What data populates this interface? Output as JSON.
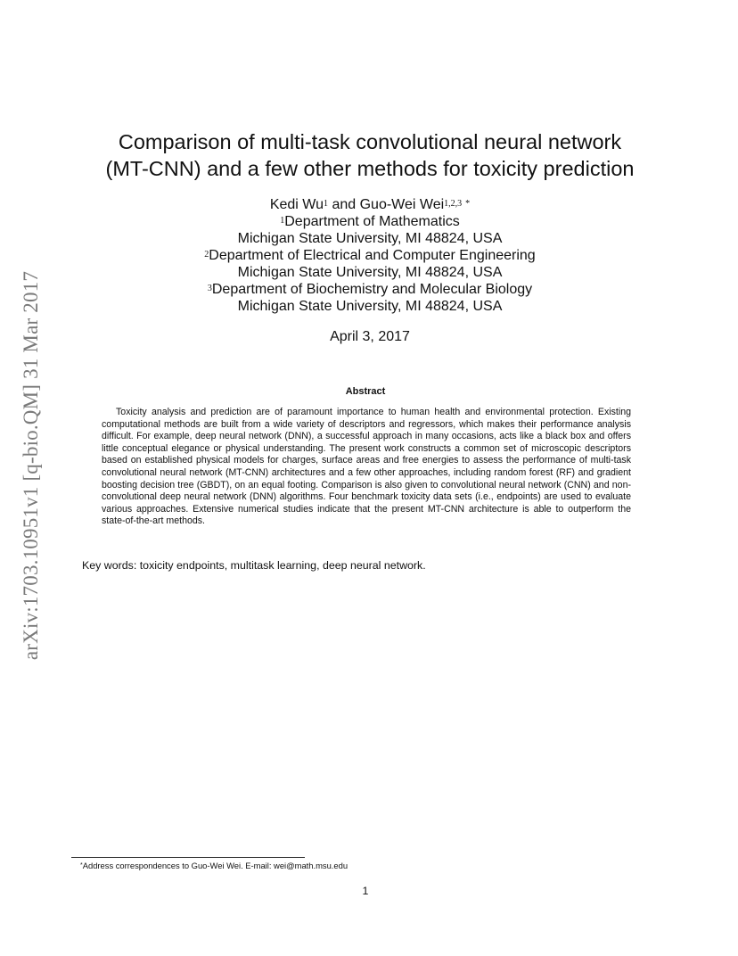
{
  "arxiv_stamp": "arXiv:1703.10951v1  [q-bio.QM]  31 Mar 2017",
  "title": {
    "line1": "Comparison of multi-task convolutional neural network",
    "line2": "(MT-CNN) and a few other methods for toxicity prediction"
  },
  "authors": {
    "author1": "Kedi Wu",
    "author1_sup": "1",
    "connector": " and ",
    "author2": "Guo-Wei Wei",
    "author2_sup": "1,2,3",
    "author2_star": "*",
    "affiliations": [
      {
        "sup": "1",
        "department": "Department of Mathematics",
        "institution": "Michigan State University, MI 48824, USA"
      },
      {
        "sup": "2",
        "department": "Department of Electrical and Computer Engineering",
        "institution": "Michigan State University, MI 48824, USA"
      },
      {
        "sup": "3",
        "department": "Department of Biochemistry and Molecular Biology",
        "institution": "Michigan State University, MI 48824, USA"
      }
    ]
  },
  "date": "April 3, 2017",
  "abstract": {
    "heading": "Abstract",
    "text": "Toxicity analysis and prediction are of paramount importance to human health and environmental protection. Existing computational methods are built from a wide variety of descriptors and regressors, which makes their performance analysis difficult. For example, deep neural network (DNN), a successful approach in many occasions, acts like a black box and offers little conceptual elegance or physical understanding. The present work constructs a common set of microscopic descriptors based on established physical models for charges, surface areas and free energies to assess the performance of multi-task convolutional neural network (MT-CNN) architectures and a few other approaches, including random forest (RF) and gradient boosting decision tree (GBDT), on an equal footing. Comparison is also given to convolutional neural network (CNN) and non-convolutional deep neural network (DNN) algorithms. Four benchmark toxicity data sets (i.e., endpoints) are used to evaluate various approaches. Extensive numerical studies indicate that the present MT-CNN architecture is able to outperform the state-of-the-art methods."
  },
  "keywords": "Key words: toxicity endpoints, multitask learning, deep neural network.",
  "footnote": {
    "marker": "*",
    "text": "Address correspondences to Guo-Wei Wei. E-mail: wei@math.msu.edu"
  },
  "page_number": "1"
}
